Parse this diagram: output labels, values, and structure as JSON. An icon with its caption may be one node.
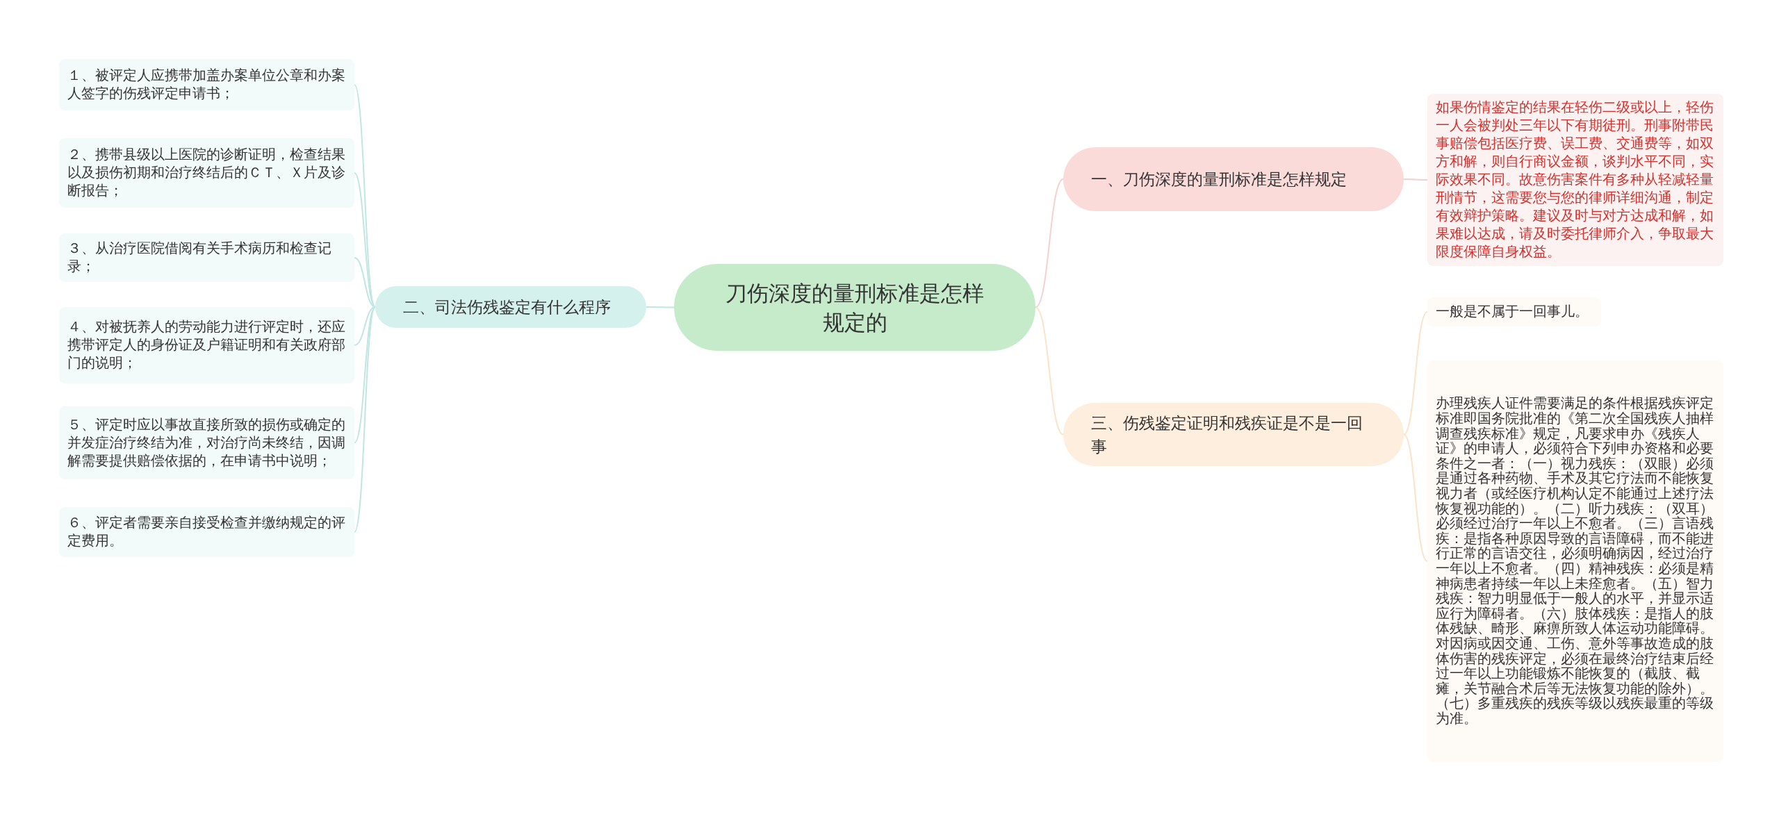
{
  "diagram": {
    "nodes": [
      {
        "text": [
          "刀伤深度的量刑标准是怎样规定的"
        ]
      },
      {
        "text": [
          "一、刀伤深度的量刑标准是怎样规定"
        ]
      },
      {
        "text": [
          "如果伤情鉴定的结果在轻伤二级或以上，轻伤一人会被判处三年以下有期徒刑。刑事附带民事赔偿包括医疗费、误工费、交通费等，如双方和解，则自行商议金额，谈判水平不同，实际效果不同。故意伤害案件有多种从轻减轻量刑情节，这需要您与您的律师详细沟通，制定有效辩护策略。建议及时与对方达成和解，如果难以达成，请及时委托律师介入，争取最大限度保障自身权益。"
        ]
      },
      {
        "text": [
          "二、司法伤残鉴定有什么程序"
        ]
      },
      {
        "text": [
          "１、被评定人应携带加盖办案单位公章和办案人签字的伤残评定申请书；"
        ]
      },
      {
        "text": [
          "２、携带县级以上医院的诊断证明，检查结果以及损伤初期和治疗终结后的ＣＴ、Ｘ片及诊断报告；"
        ]
      },
      {
        "text": [
          "３、从治疗医院借阅有关手术病历和检查记录；"
        ]
      },
      {
        "text": [
          "４、对被抚养人的劳动能力进行评定时，还应携带评定人的身份证及户籍证明和有关政府部门的说明；"
        ]
      },
      {
        "text": [
          "５、评定时应以事故直接所致的损伤或确定的并发症治疗终结为准，对治疗尚未终结，因调解需要提供赔偿依据的，在申请书中说明；"
        ]
      },
      {
        "text": [
          "６、评定者需要亲自接受检查并缴纳规定的评定费用。"
        ]
      },
      {
        "text": [
          "三、伤残鉴定证明和残疾证是不是一回事"
        ]
      },
      {
        "text": [
          "一般是不属于一回事儿。"
        ]
      },
      {
        "text": [
          "办理残疾人证件需要满足的条件根据残疾评定标准即国务院批准的《第二次全国残疾人抽样调查残疾标准》规定，凡要求申办《残疾人证》的申请人，必须符合下列申办资格和必要条件之一者：（一）视力残疾：（双眼）必须是通过各种药物、手术及其它疗法而不能恢复视力者（或经医疗机构认定不能通过上述疗法恢复视功能的）。（二）听力残疾：（双耳）必须经过治疗一年以上不愈者。（三）言语残疾：是指各种原因导致的言语障碍，而不能进行正常的言语交往，必须明确病因，经过治疗一年以上不愈者。（四）精神残疾：必须是精神病患者持续一年以上未痊愈者。（五）智力残疾：智力明显低于一般人的水平，并显示适应行为障碍者。（六）肢体残疾：是指人的肢体残缺、畸形、麻痹所致人体运动功能障碍。对因病或因交通、工伤、意外等事故造成的肢体伤害的残疾评定，必须在最终治疗结束后经过一年以上功能锻炼不能恢复的（截肢、截瘫，关节融合术后等无法恢复功能的除外）。（七）多重残疾的残疾等级以残疾最重的等级为准。"
        ]
      }
    ],
    "edges": [
      {
        "from": 0,
        "to": 1,
        "arrow": "none",
        "color": "#f6cfcf"
      },
      {
        "from": 1,
        "to": 2,
        "arrow": "none",
        "color": "#f6cfcf"
      },
      {
        "from": 0,
        "to": 3,
        "arrow": "none",
        "color": "#bfe6e2"
      },
      {
        "from": 3,
        "to": 4,
        "arrow": "none",
        "color": "#bfe6e2"
      },
      {
        "from": 3,
        "to": 5,
        "arrow": "none",
        "color": "#bfe6e2"
      },
      {
        "from": 3,
        "to": 6,
        "arrow": "none",
        "color": "#bfe6e2"
      },
      {
        "from": 3,
        "to": 7,
        "arrow": "none",
        "color": "#bfe6e2"
      },
      {
        "from": 3,
        "to": 8,
        "arrow": "none",
        "color": "#bfe6e2"
      },
      {
        "from": 3,
        "to": 9,
        "arrow": "none",
        "color": "#bfe6e2"
      },
      {
        "from": 0,
        "to": 10,
        "arrow": "none",
        "color": "#fbe3c8"
      },
      {
        "from": 10,
        "to": 11,
        "arrow": "none",
        "color": "#fbe3c8"
      },
      {
        "from": 10,
        "to": 12,
        "arrow": "none",
        "color": "#fbe3c8"
      }
    ]
  }
}
